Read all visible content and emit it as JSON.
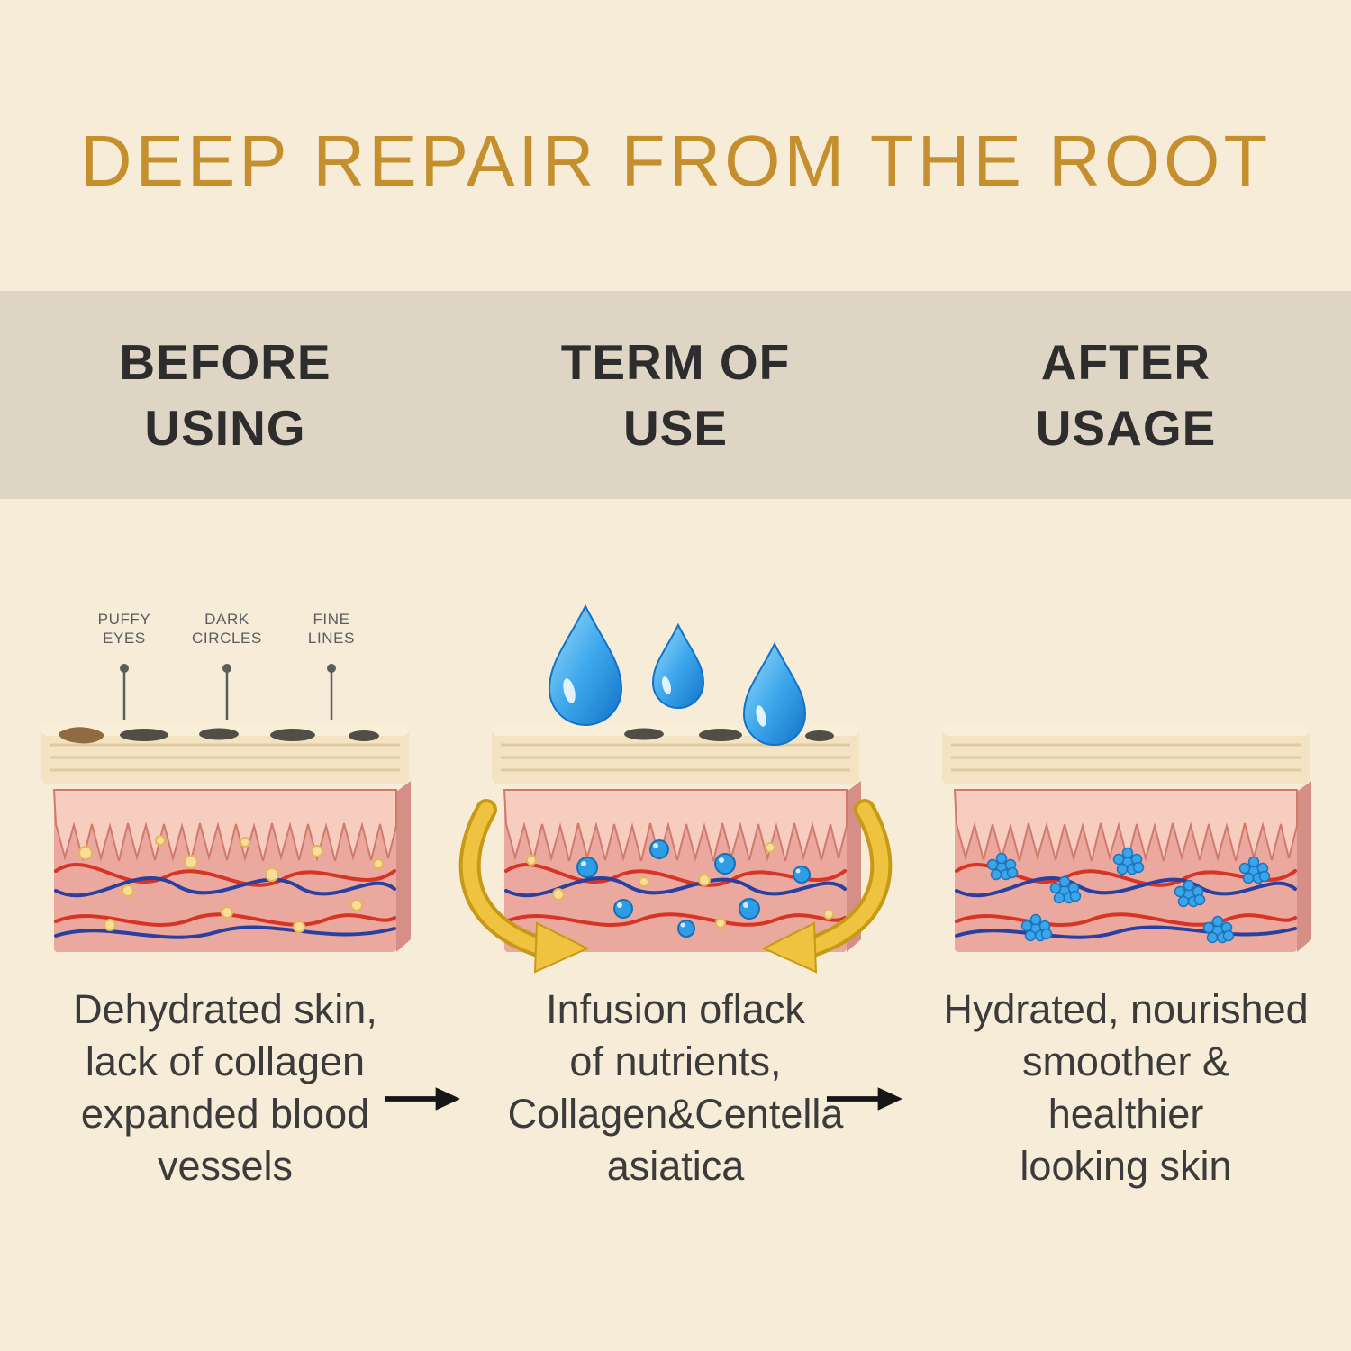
{
  "title": "DEEP REPAIR FROM THE ROOT",
  "columns": [
    {
      "id": "before",
      "header_lines": [
        "BEFORE",
        "USING"
      ],
      "description_lines": [
        "Dehydrated skin,",
        "lack of collagen",
        "expanded blood",
        "vessels"
      ]
    },
    {
      "id": "term",
      "header_lines": [
        "TERM OF",
        "USE"
      ],
      "description_lines": [
        "Infusion oflack",
        "of nutrients,",
        "Collagen&Centella",
        "asiatica"
      ]
    },
    {
      "id": "after",
      "header_lines": [
        "AFTER",
        "USAGE"
      ],
      "description_lines": [
        "Hydrated, nourished",
        "smoother &",
        "healthier",
        "looking skin"
      ]
    }
  ],
  "annotations": [
    {
      "lines": [
        "PUFFY",
        "EYES"
      ]
    },
    {
      "lines": [
        "DARK",
        "CIRCLES"
      ]
    },
    {
      "lines": [
        "FINE",
        "LINES"
      ]
    }
  ],
  "colors": {
    "background": "#f6ecd8",
    "band": "#ded5c5",
    "title_gold": "#c48f2c",
    "heading_text": "#2d2d2d",
    "body_text": "#3b3b3b",
    "annotation_text": "#5c5c5c",
    "skin_pink": "#eba89e",
    "skin_light_pink": "#f7cdc0",
    "epidermis_cream": "#f3e3c3",
    "vessel_red": "#d63425",
    "vessel_blue": "#2b3f9e",
    "nutrient_yellow": "#f9dd98",
    "hydration_blue": "#2f9de6",
    "arrow_gold": "#efc23f"
  }
}
